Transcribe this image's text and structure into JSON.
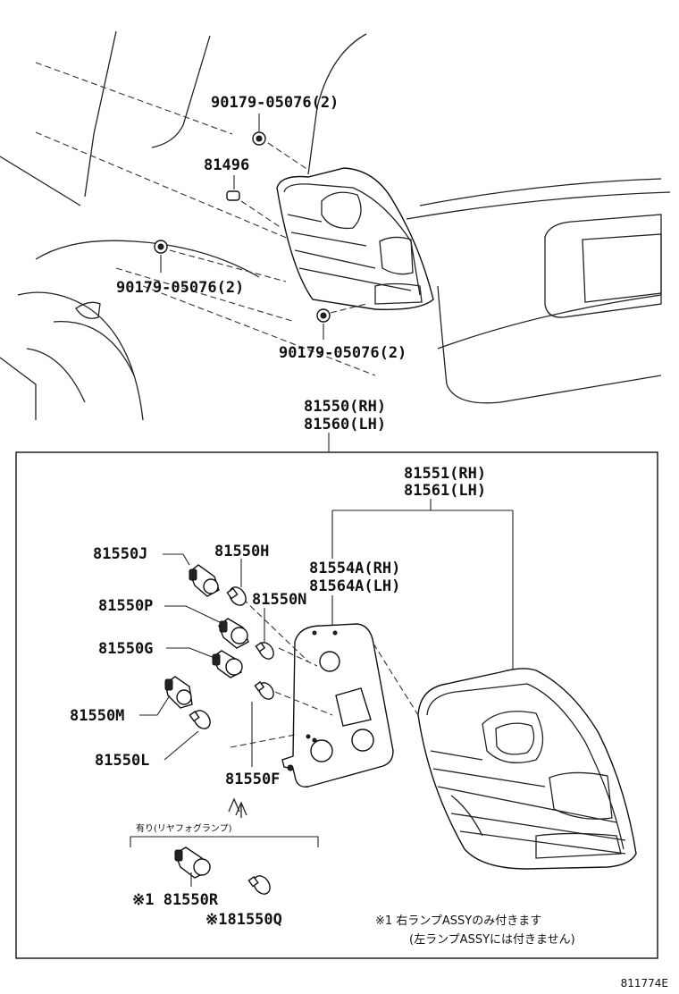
{
  "top_labels": {
    "nut_top": "90179-05076(2)",
    "clip": "81496",
    "nut_left": "90179-05076(2)",
    "nut_bottom": "90179-05076(2)"
  },
  "assembly": {
    "line1": "81550(RH)",
    "line2": "81560(LH)"
  },
  "lens": {
    "line1": "81551(RH)",
    "line2": "81561(LH)"
  },
  "gasket": {
    "line1": "81554A(RH)",
    "line2": "81564A(LH)"
  },
  "parts": {
    "j": "81550J",
    "h": "81550H",
    "n": "81550N",
    "p": "81550P",
    "g": "81550G",
    "m": "81550M",
    "l": "81550L",
    "f": "81550F",
    "r": "※1 81550R",
    "q": "※181550Q"
  },
  "fog_bracket_label": "有り(リヤフォグランプ)",
  "footnote": {
    "line1": "※1 右ランプASSYのみ付きます",
    "line2": "(左ランプASSYには付きません)"
  },
  "diagram_id": "811774E"
}
